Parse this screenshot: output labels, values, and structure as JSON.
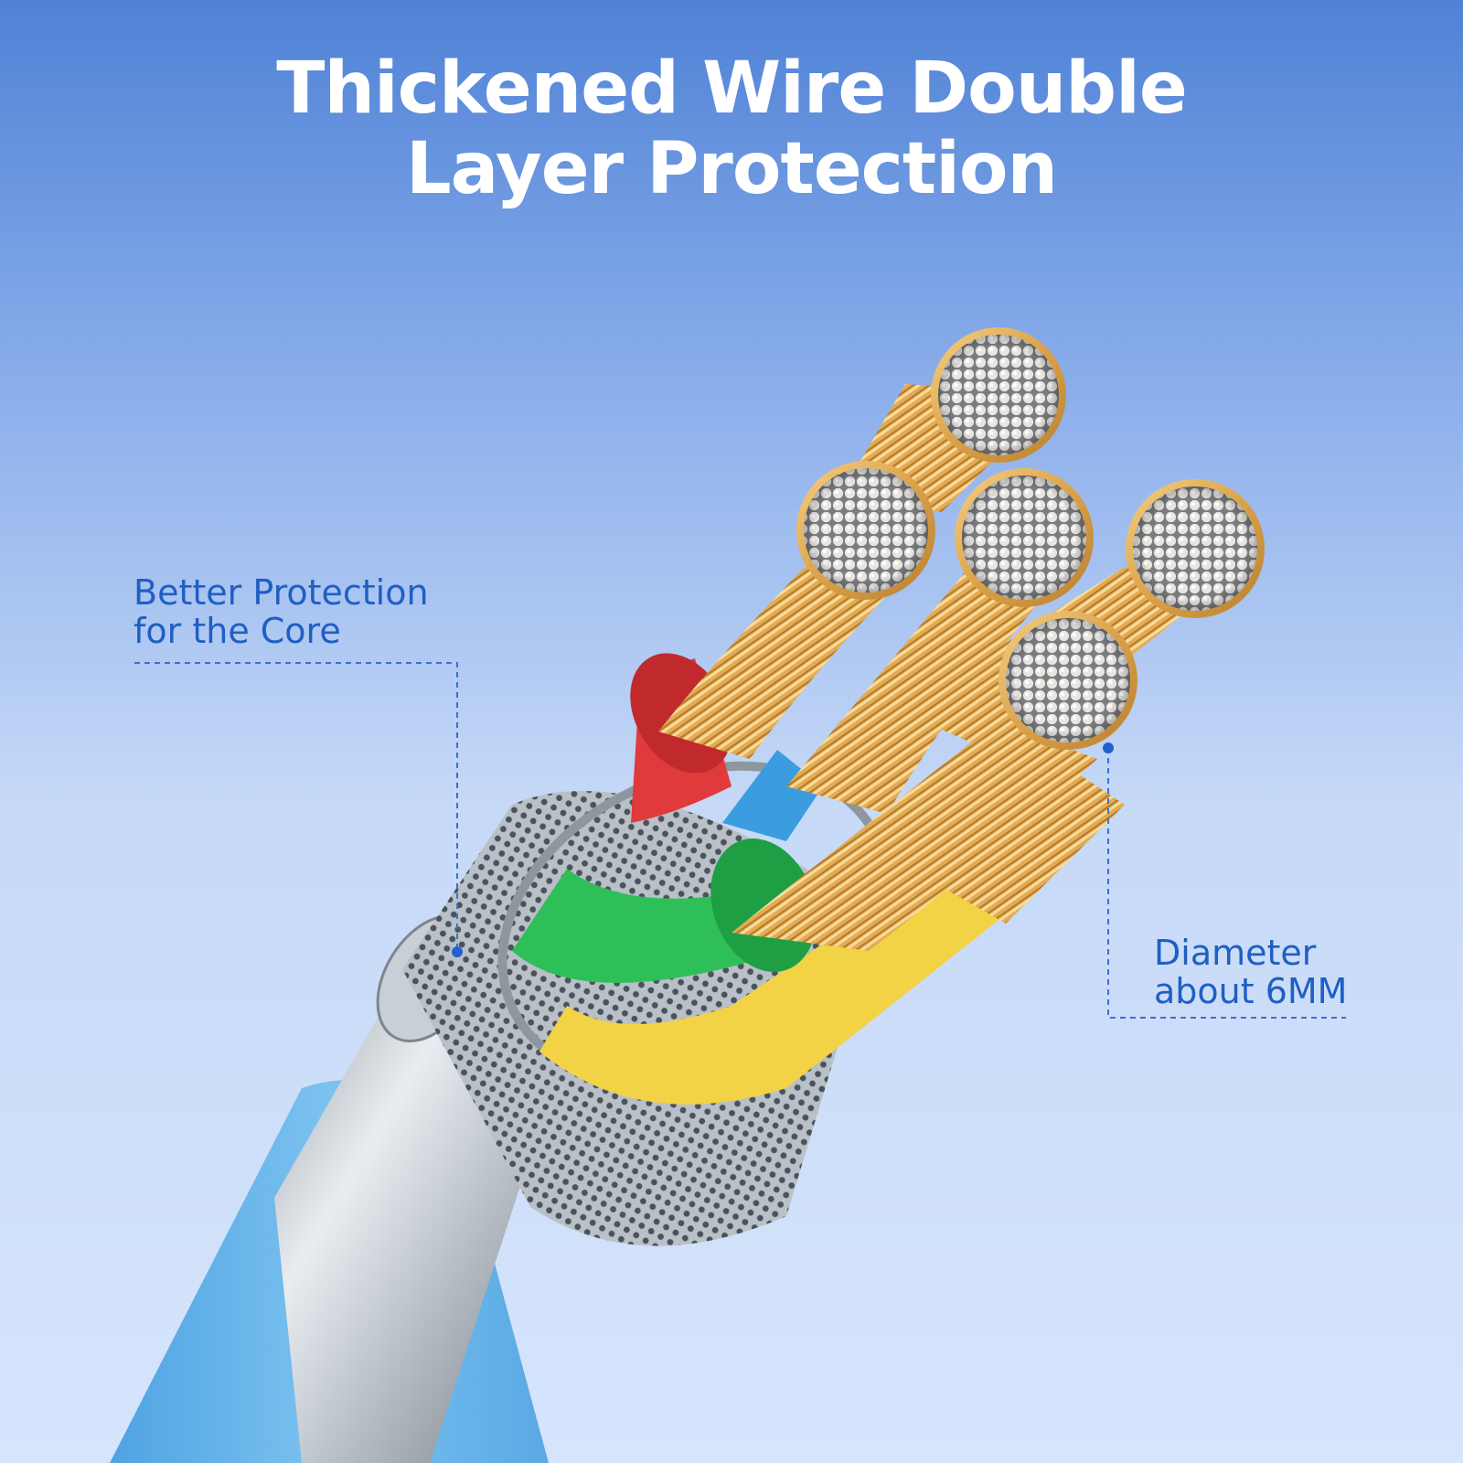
{
  "headline": {
    "line1": "Thickened Wire Double",
    "line2": "Layer Protection"
  },
  "callouts": {
    "left": {
      "line1": "Better Protection",
      "line2": "for the Core"
    },
    "right": {
      "line1": "Diameter",
      "line2": "about 6MM"
    }
  },
  "colors": {
    "background_top": "#5083d8",
    "background_bottom": "#d7e6fb",
    "accent_text": "#1f5fc4",
    "cable_jacket": "#6cb6ea",
    "copper": "#e2aa4c",
    "insulation_red": "#e03a3c",
    "insulation_green": "#2fbf58",
    "insulation_yellow": "#f2d346",
    "insulation_blue": "#3b9de0"
  }
}
